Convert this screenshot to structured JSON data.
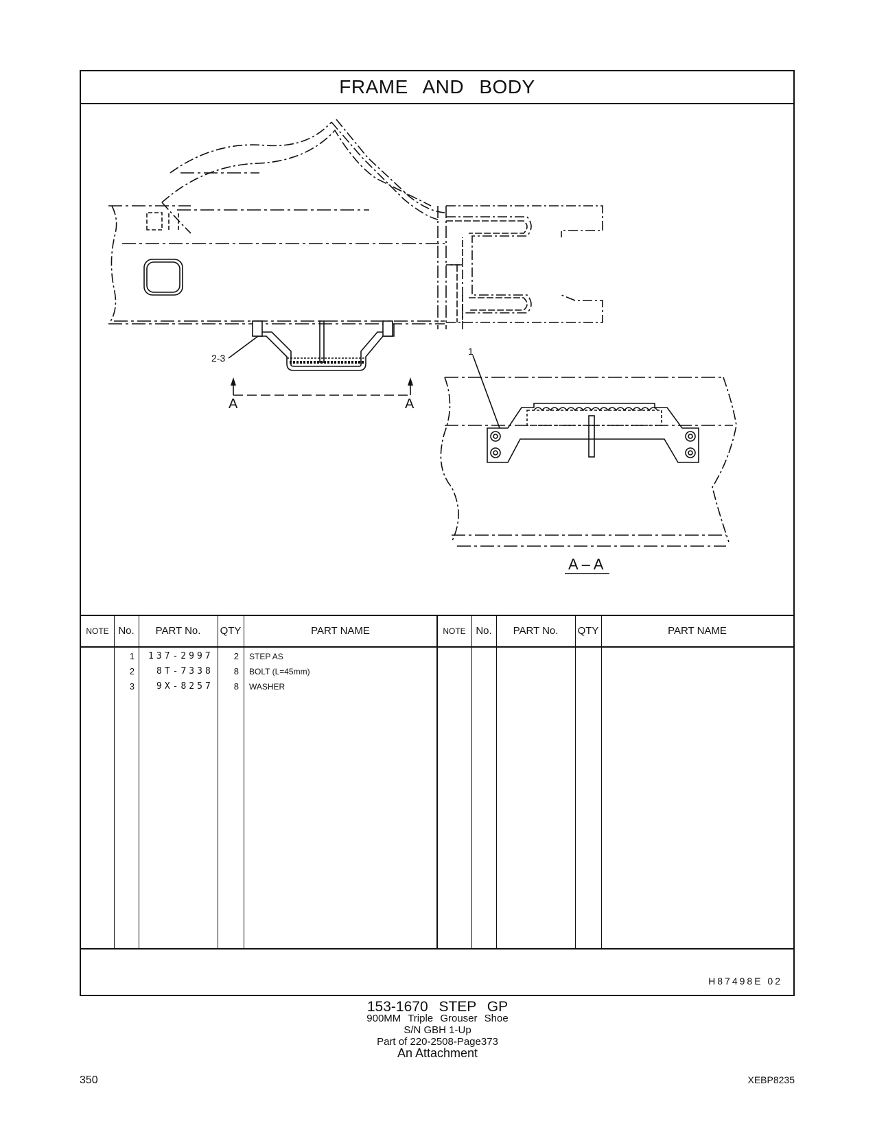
{
  "page": {
    "title": "FRAME   AND   BODY",
    "page_number": "350",
    "doc_id": "XEBP8235",
    "drawing_ref": "H87498E    02"
  },
  "drawing": {
    "callouts": {
      "c1": "1",
      "c23": "2-3",
      "section_left": "A",
      "section_right": "A",
      "section_view": "A – A"
    }
  },
  "table": {
    "headers": {
      "note": "NOTE",
      "no": "No.",
      "part_no": "PART No.",
      "qty": "QTY",
      "part_name": "PART NAME"
    },
    "rows": [
      {
        "no": "1",
        "part_no": "137-2997",
        "qty": "2",
        "name": "STEP  AS"
      },
      {
        "no": "2",
        "part_no": "8T-7338",
        "qty": "8",
        "name": "BOLT (L=45mm)"
      },
      {
        "no": "3",
        "part_no": "9X-8257",
        "qty": "8",
        "name": "WASHER"
      }
    ]
  },
  "caption": {
    "line1": "153-1670   STEP   GP",
    "line2": "900MM  Triple  Grouser  Shoe",
    "line3": "S/N GBH 1-Up",
    "line4": "Part of 220-2508-Page373",
    "line5": "An Attachment"
  }
}
